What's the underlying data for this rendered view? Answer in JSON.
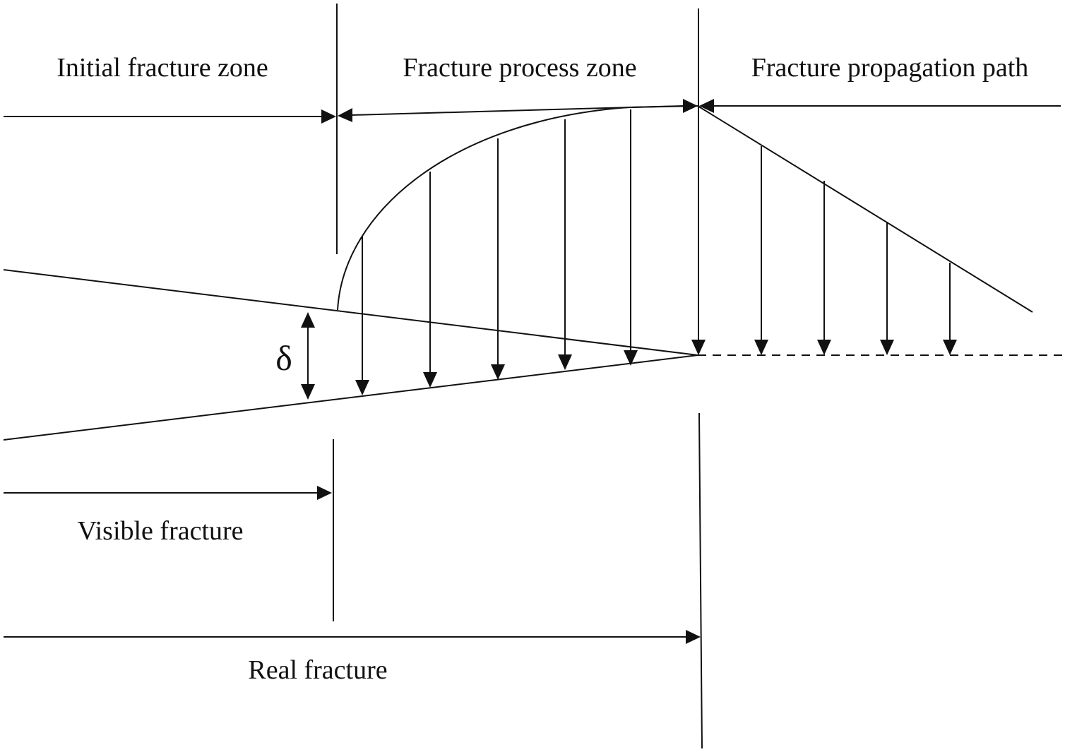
{
  "labels": {
    "initial_fracture_zone": "Initial fracture zone",
    "fracture_process_zone": "Fracture process zone",
    "fracture_propagation_path": "Fracture propagation path",
    "visible_fracture": "Visible fracture",
    "real_fracture": "Real fracture",
    "opening_symbol": "δ"
  },
  "colors": {
    "line": "#111111",
    "background": "#ffffff"
  }
}
